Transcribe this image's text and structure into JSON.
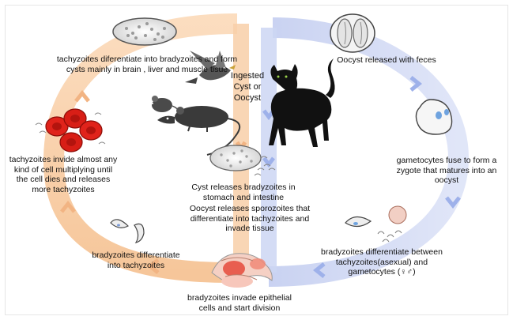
{
  "labels": {
    "tachy_to_brady": "tachyzoites diferentiate into bradyzoites and form cysts mainly in brain , liver and muscle tisue",
    "tachy_invade": "tachyzoites invide almost any kind of cell multiplying until the cell dies and releases more tachyzoites",
    "brady_to_tachy": "bradyzoites differentiate into tachyzoites",
    "brady_invade": "bradyzoites invade epithelial cells and start division",
    "ingested": "Ingested Cyst or Oocyst",
    "cyst_release": "Cyst releases bradyzoites in stomach and intestine",
    "oocyst_release": "Oocyst releases sporozoites that differentiate into tachyzoites and invade tissue",
    "oocyst_feces": "Oocyst released with feces",
    "gametocytes_fuse": "gametocytes fuse to form a zygote that matures into an oocyst",
    "brady_diff": "bradyzoites differentiate between tachyzoites(asexual) and gametocytes (♀♂)"
  },
  "colors": {
    "orange_loop": "#f6c79c",
    "blue_loop": "#c9d3f1",
    "rbc": "#e0231b",
    "cat": "#111111",
    "mouse": "#3a3a3a"
  }
}
